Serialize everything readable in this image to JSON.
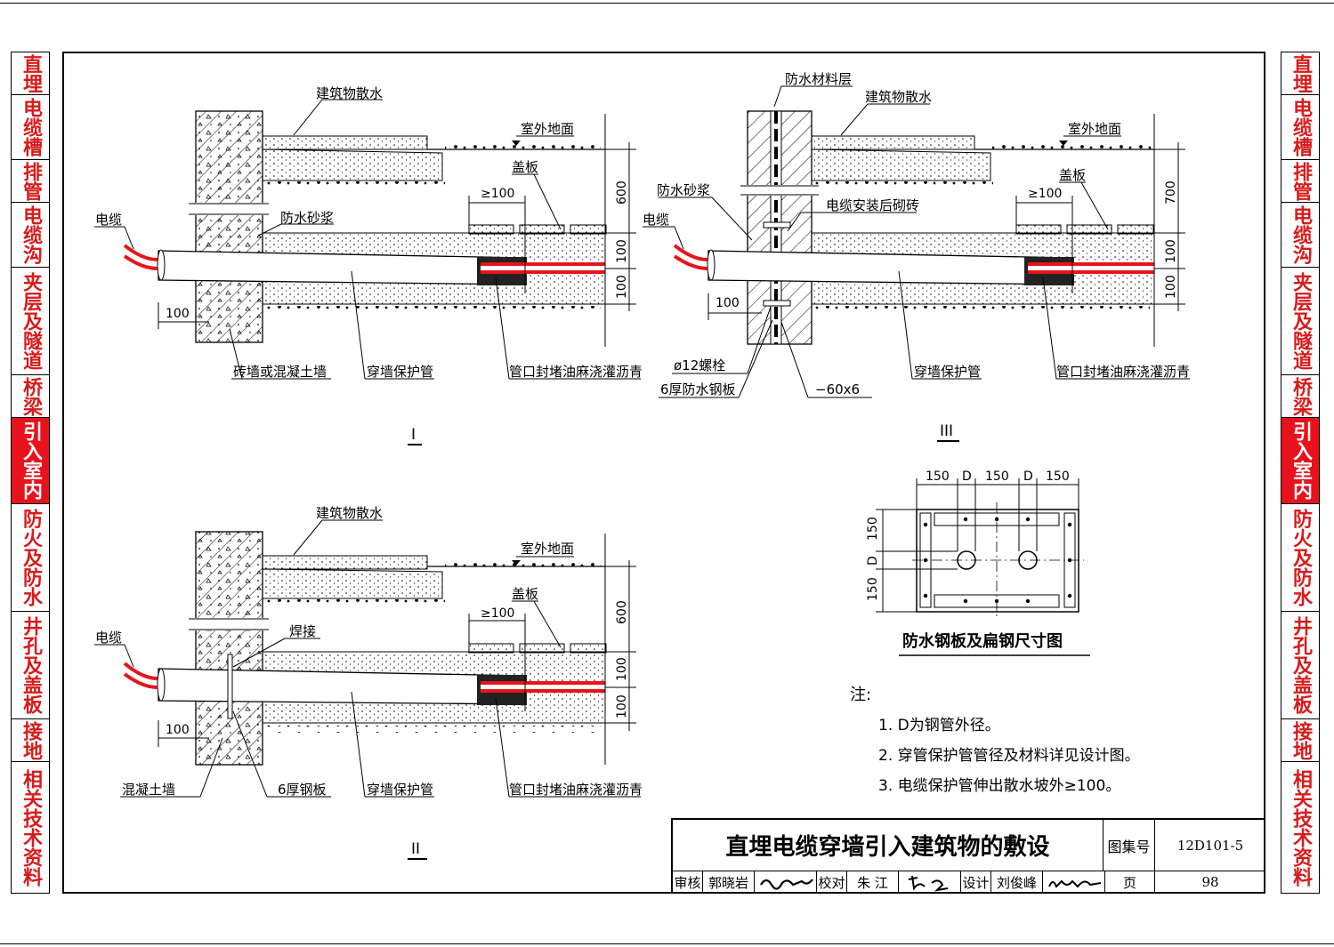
{
  "sidebar": {
    "sections": [
      {
        "label": "直埋",
        "active": false
      },
      {
        "label": "电缆槽",
        "active": false
      },
      {
        "label": "排管",
        "active": false
      },
      {
        "label": "电缆沟",
        "active": false
      },
      {
        "label": "夹层及隧道",
        "active": false
      },
      {
        "label": "桥梁",
        "active": false
      },
      {
        "label": "引入室内",
        "active": true
      },
      {
        "label": "防火及防水",
        "active": false
      },
      {
        "label": "井孔及盖板",
        "active": false
      },
      {
        "label": "接地",
        "active": false
      },
      {
        "label": "相关技术资料",
        "active": false
      }
    ]
  },
  "colors": {
    "sidebar_text": "#d81b1b",
    "active_bg": "#e8121c",
    "cable": "#e8121c"
  },
  "drawing_I": {
    "label_sanshui": "建筑物散水",
    "label_dimian": "室外地面",
    "label_gaiban": "盖板",
    "label_dianlan": "电缆",
    "label_shajiang": "防水砂浆",
    "label_wall": "砖墙或混凝土墙",
    "label_pipe": "穿墙保护管",
    "label_seal": "管口封堵油麻浇灌沥青",
    "dim_ge100": "≥100",
    "dim_600": "600",
    "dim_100a": "100",
    "dim_100b": "100",
    "dim_100c": "100",
    "section_label": "I"
  },
  "drawing_II": {
    "label_sanshui": "建筑物散水",
    "label_dimian": "室外地面",
    "label_gaiban": "盖板",
    "label_dianlan": "电缆",
    "label_hanjie": "焊接",
    "label_wall": "混凝土墙",
    "label_plate": "6厚钢板",
    "label_pipe": "穿墙保护管",
    "label_seal": "管口封堵油麻浇灌沥青",
    "dim_ge100": "≥100",
    "dim_600": "600",
    "dim_100a": "100",
    "dim_100b": "100",
    "dim_100c": "100",
    "section_label": "II"
  },
  "drawing_III": {
    "label_material": "防水材料层",
    "label_sanshui": "建筑物散水",
    "label_dimian": "室外地面",
    "label_gaiban": "盖板",
    "label_dianlan": "电缆",
    "label_shajiang": "防水砂浆",
    "label_brick": "电缆安装后砌砖",
    "label_bolt": "ø12螺栓",
    "label_plate": "6厚防水钢板",
    "label_flat": "−60x6",
    "label_pipe": "穿墙保护管",
    "label_seal": "管口封堵油麻浇灌沥青",
    "dim_ge100": "≥100",
    "dim_700": "700",
    "dim_100a": "100",
    "dim_100b": "100",
    "dim_100c": "100",
    "section_label": "III"
  },
  "detail": {
    "title": "防水钢板及扁钢尺寸图",
    "top_dims": [
      "150",
      "D",
      "150",
      "D",
      "150"
    ],
    "side_dims": [
      "150",
      "D",
      "150"
    ]
  },
  "notes": {
    "title": "注:",
    "items": [
      "1. D为钢管外径。",
      "2. 穿管保护管管径及材料详见设计图。",
      "3. 电缆保护管伸出散水坡外≥100。"
    ]
  },
  "title_block": {
    "title": "直埋电缆穿墙引入建筑物的敷设",
    "atlas_label": "图集号",
    "atlas_no": "12D101-5",
    "review_label": "审核",
    "reviewer": "郭晓岩",
    "check_label": "校对",
    "checker": "朱  江",
    "design_label": "设计",
    "designer": "刘俊峰",
    "page_label": "页",
    "page_no": "98"
  }
}
